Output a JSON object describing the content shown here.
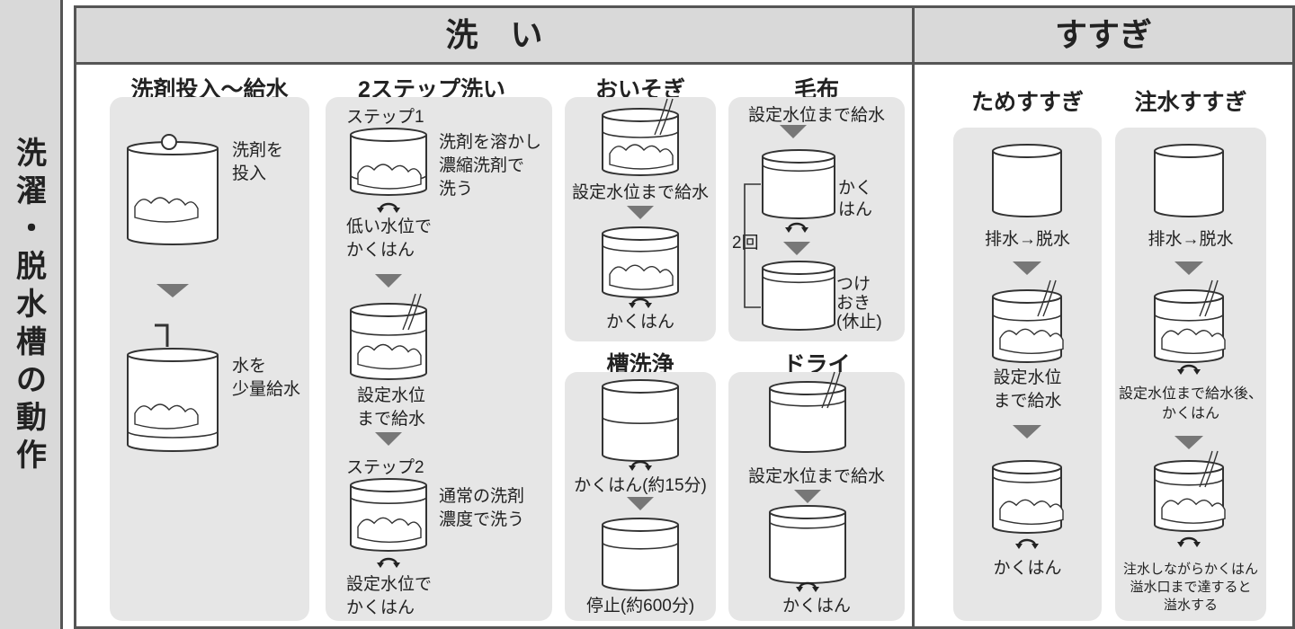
{
  "side_title": [
    "洗",
    "濯",
    "・",
    "脱",
    "水",
    "槽",
    "の",
    "動",
    "作"
  ],
  "headers": {
    "wash": "洗　い",
    "rinse": "すすぎ"
  },
  "wash": {
    "detergent": {
      "title": "洗剤投入～給水",
      "step1_text": "洗剤を\n投入",
      "step2_text": "水を\n少量給水"
    },
    "two_step": {
      "title": "2ステップ洗い",
      "step1_label": "ステップ1",
      "step1_note": "洗剤を溶かし\n濃縮洗剤で\n洗う",
      "step1_caption": "低い水位で\nかくはん",
      "fill_caption": "設定水位\nまで給水",
      "step2_label": "ステップ2",
      "step2_note": "通常の洗剤\n濃度で洗う",
      "step2_caption": "設定水位で\nかくはん"
    },
    "quick": {
      "title": "おいそぎ",
      "caption1": "設定水位まで給水",
      "caption2": "かくはん"
    },
    "blanket": {
      "title": "毛布",
      "caption1": "設定水位まで給水",
      "stir_label": "かく\nはん",
      "repeat_label": "2回",
      "soak_label": "つけ\nおき\n(休止)"
    },
    "tub_clean": {
      "title": "槽洗浄",
      "caption1": "かくはん(約15分)",
      "caption2": "停止(約600分)"
    },
    "dry": {
      "title": "ドライ",
      "caption1": "設定水位まで給水",
      "caption2": "かくはん"
    }
  },
  "rinse": {
    "tame": {
      "title": "ためすすぎ",
      "caption1": "排水→脱水",
      "caption2": "設定水位\nまで給水",
      "caption3": "かくはん"
    },
    "chusui": {
      "title": "注水すすぎ",
      "caption1": "排水→脱水",
      "caption2": "設定水位まで給水後、\nかくはん",
      "caption3": "注水しながらかくはん\n溢水口まで達すると\n溢水する"
    }
  },
  "colors": {
    "panel": "#e6e6e6",
    "header": "#d9d9d9",
    "border": "#555555",
    "arrow": "#777777"
  }
}
